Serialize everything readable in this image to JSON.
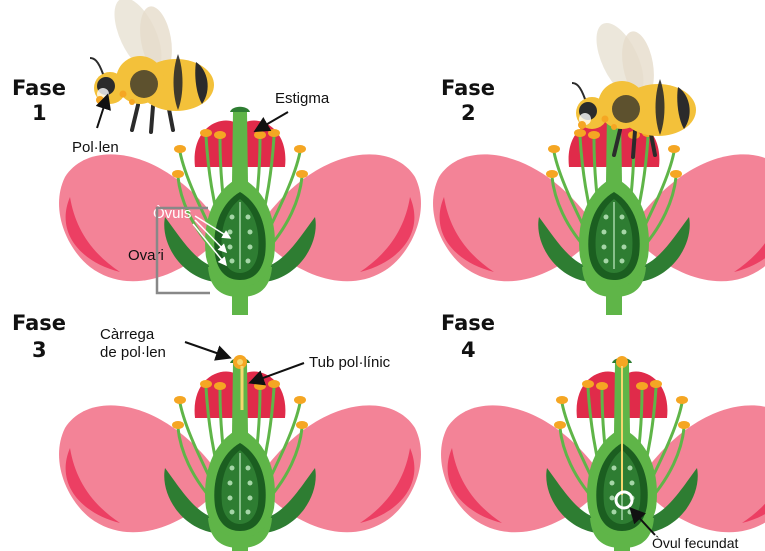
{
  "phases": [
    {
      "title": "Fase",
      "number": "1"
    },
    {
      "title": "Fase",
      "number": "2"
    },
    {
      "title": "Fase",
      "number": "3"
    },
    {
      "title": "Fase",
      "number": "4"
    }
  ],
  "labels": {
    "pollen": "Pol·len",
    "stigma": "Estigma",
    "ovules": "Òvuls",
    "ovary": "Ovari",
    "pollen_load_line1": "Càrrega",
    "pollen_load_line2": "de pol·len",
    "pollen_tube": "Tub pol·línic",
    "fertilized_ovule": "Òvul fecundat"
  },
  "colors": {
    "petal_outer": "#ec3f63",
    "petal_light": "#f38397",
    "petal_inner": "#e02b4a",
    "pistil": "#5fb548",
    "pistil_dark": "#2e7d32",
    "ovary_inner": "#1b5e20",
    "stamen": "#f5a623",
    "bee_yellow": "#f3c13a",
    "bee_dark": "#2b2b2b",
    "pollen_tube": "#f5d76e"
  }
}
